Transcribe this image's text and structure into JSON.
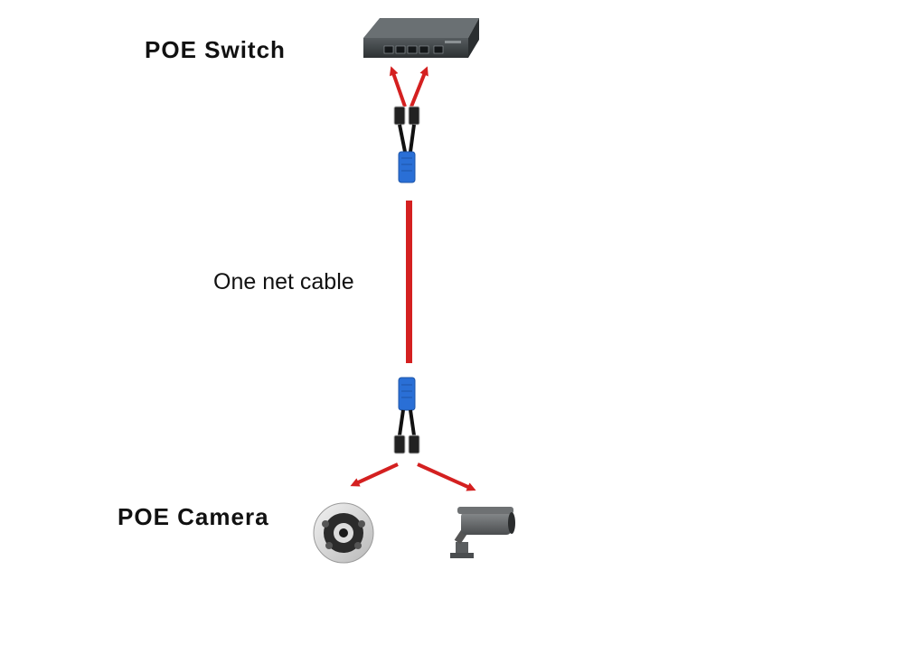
{
  "labels": {
    "switch": "POE  Switch",
    "cable": "One net cable",
    "camera": "POE  Camera"
  },
  "colors": {
    "arrow": "#d42020",
    "cable": "#d42020",
    "splitter": "#2a6fd6",
    "switch_body": "#3d4244"
  },
  "icons": {
    "switch": "poe-switch-device",
    "splitter": "poe-splitter-adapter",
    "dome_camera": "dome-camera",
    "bullet_camera": "bullet-camera"
  }
}
